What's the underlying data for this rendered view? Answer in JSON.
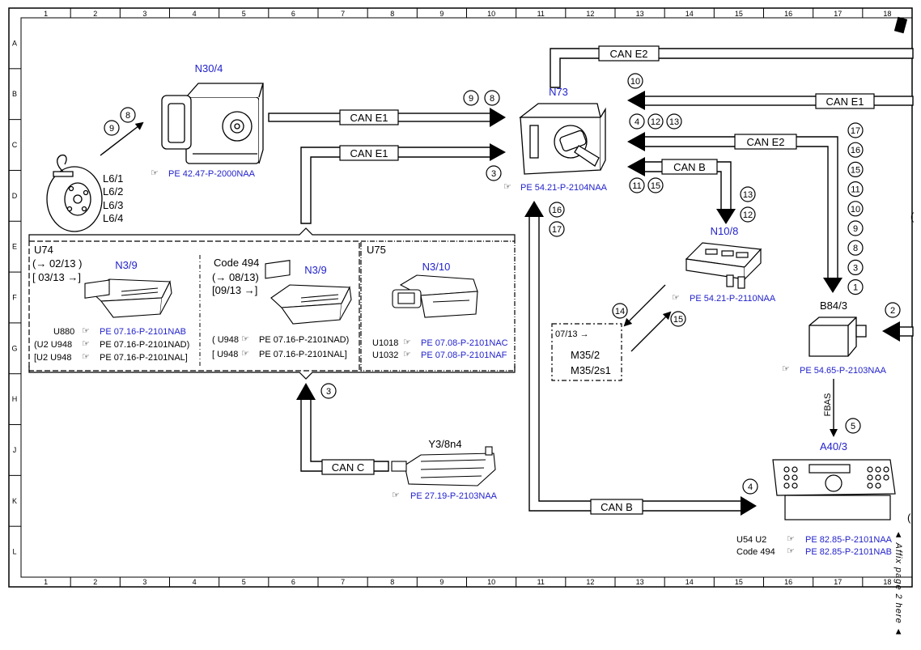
{
  "grid": {
    "columns": [
      "1",
      "2",
      "3",
      "4",
      "5",
      "6",
      "7",
      "8",
      "9",
      "10",
      "11",
      "12",
      "13",
      "14",
      "15",
      "16",
      "17",
      "18"
    ],
    "rows": [
      "A",
      "B",
      "C",
      "D",
      "E",
      "F",
      "G",
      "H",
      "J",
      "K",
      "L"
    ]
  },
  "components": {
    "n30_4": {
      "label": "N30/4",
      "ref": "PE 42.47-P-2000NAA",
      "connectors": [
        "9",
        "8"
      ]
    },
    "l6": {
      "labels": [
        "L6/1",
        "L6/2",
        "L6/3",
        "L6/4"
      ]
    },
    "n73": {
      "label": "N73",
      "ref": "PE 54.21-P-2104NAA"
    },
    "n10_8": {
      "label": "N10/8",
      "ref": "PE 54.21-P-2110NAA"
    },
    "b84_3": {
      "label": "B84/3",
      "ref": "PE 54.65-P-2103NAA"
    },
    "a40_3": {
      "label": "A40/3",
      "ref_u54": "PE 82.85-P-2101NAA",
      "ref_code": "PE 82.85-P-2101NAB",
      "line1": "U54   U2",
      "line2": "Code 494"
    },
    "y3_8n4": {
      "label": "Y3/8n4",
      "ref": "PE 27.19-P-2103NAA"
    },
    "m35": {
      "date": "07/13 →",
      "labels": [
        "M35/2",
        "M35/2s1"
      ]
    }
  },
  "ecu_box": {
    "u74": {
      "title": "U74",
      "date1": "(→ 02/13 )",
      "date2": "[ 03/13 →]",
      "comp": "N3/9",
      "refs": [
        {
          "pre": "U880",
          "ref": "PE 07.16-P-2101NAB",
          "blue": true
        },
        {
          "pre": "(U2  U948",
          "ref": "PE 07.16-P-2101NAD)",
          "blue": false
        },
        {
          "pre": "[U2  U948",
          "ref": "PE 07.16-P-2101NAL]",
          "blue": false
        }
      ]
    },
    "code494": {
      "title": "Code 494",
      "date1": "(→ 08/13)",
      "date2": "[09/13  →]",
      "comp": "N3/9",
      "refs": [
        {
          "pre": "( U948",
          "ref": "PE 07.16-P-2101NAD)"
        },
        {
          "pre": "[ U948",
          "ref": "PE 07.16-P-2101NAL]"
        }
      ]
    },
    "u75": {
      "title": "U75",
      "comp": "N3/10",
      "refs": [
        {
          "pre": "U1018",
          "ref": "PE 07.08-P-2101NAC"
        },
        {
          "pre": "U1032",
          "ref": "PE 07.08-P-2101NAF"
        }
      ]
    }
  },
  "buses": {
    "can_e1_top": "CAN E1",
    "can_e1_mid": "CAN E1",
    "can_e2_top": "CAN E2",
    "can_e1_right": "CAN E1",
    "can_e2_mid": "CAN E2",
    "can_b_mid": "CAN B",
    "can_b_bottom": "CAN B",
    "can_c": "CAN C",
    "fbas": "FBAS"
  },
  "connectors": {
    "n73_top": [
      "9",
      "8"
    ],
    "n73_left": "3",
    "n73_bottom": [
      "16",
      "17"
    ],
    "right_top": "10",
    "right_mid": [
      "4",
      "12",
      "13"
    ],
    "right_b": [
      "11",
      "15"
    ],
    "n10_8_in": [
      "13",
      "12"
    ],
    "right_column": [
      "17",
      "16",
      "15",
      "11",
      "10",
      "9",
      "8",
      "3",
      "1"
    ],
    "b84_side": "2",
    "fbas_num": "5",
    "a40_in": "4",
    "can_c_num": "3",
    "m35_nums": [
      "14",
      "15"
    ]
  },
  "side_note": "◄ Affix page 2 here ◄"
}
